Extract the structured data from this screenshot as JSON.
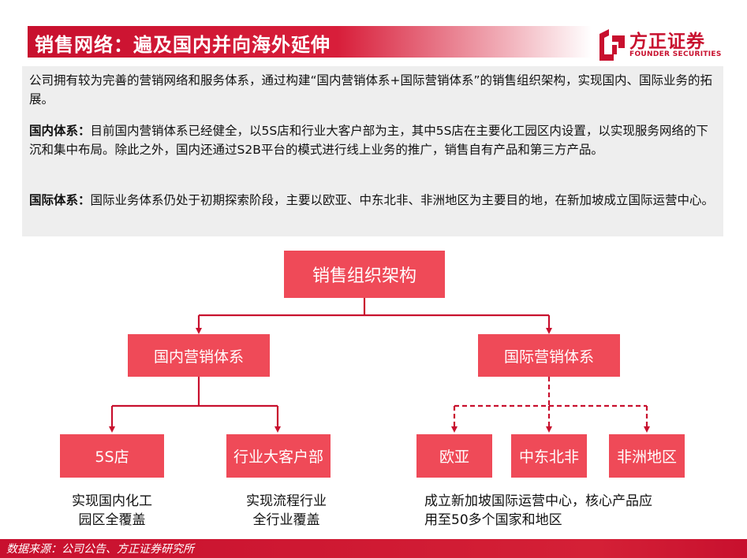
{
  "header": {
    "title": "销售网络：遍及国内并向海外延伸",
    "logo_cn": "方正证券",
    "logo_en": "FOUNDER SECURITIES"
  },
  "intro": {
    "p1": "公司拥有较为完善的营销网络和服务体系，通过构建“国内营销体系+国际营销体系”的销售组织架构，实现国内、国际业务的拓展。",
    "p2_label": "国内体系：",
    "p2_text": "目前国内营销体系已经健全，以5S店和行业大客户部为主，其中5S店在主要化工园区内设置，以实现服务网络的下沉和集中布局。除此之外，国内还通过S2B平台的模式进行线上业务的推广，销售自有产品和第三方产品。",
    "p3_label": "国际体系：",
    "p3_text": "国际业务体系仍处于初期探索阶段，主要以欧亚、中东北非、非洲地区为主要目的地，在新加坡成立国际运营中心。"
  },
  "diagram": {
    "root": "销售组织架构",
    "domestic": "国内营销体系",
    "international": "国际营销体系",
    "store": "5S店",
    "key_account": "行业大客户部",
    "eurasia": "欧亚",
    "mena": "中东北非",
    "africa": "非洲地区",
    "note_store_1": "实现国内化工",
    "note_store_2": "园区全覆盖",
    "note_ka_1": "实现流程行业",
    "note_ka_2": "全行业覆盖",
    "note_intl_1": "成立新加坡国际运营中心，核心产品应",
    "note_intl_2": "用至50多个国家和地区"
  },
  "footer": {
    "source": "数据来源：公司公告、方正证券研究所"
  },
  "colors": {
    "brand_red": "#c8102e",
    "box_fill": "#ef4a58",
    "text_bg": "#eeeeee",
    "line": "#c8102e"
  }
}
